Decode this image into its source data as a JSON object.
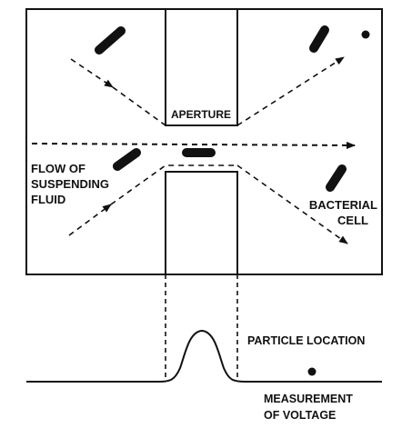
{
  "labels": {
    "aperture": "APERTURE",
    "flow_line1": "FLOW OF",
    "flow_line2": "SUSPENDING",
    "flow_line3": "FLUID",
    "bacterial_line1": "BACTERIAL",
    "bacterial_line2": "CELL",
    "particle_location": "PARTICLE LOCATION",
    "measurement_line1": "MEASUREMENT",
    "measurement_line2": "OF VOLTAGE"
  }
}
